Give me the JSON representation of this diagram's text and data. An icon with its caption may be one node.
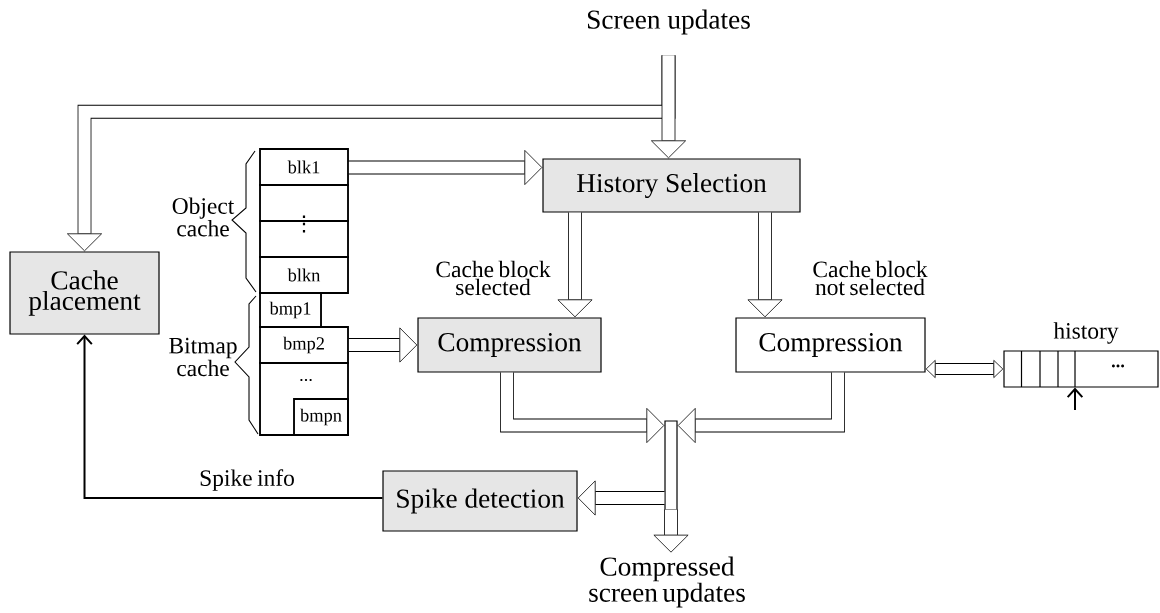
{
  "diagram": {
    "nodes": [
      {
        "text": [
          "Screen updates"
        ]
      },
      {
        "text": [
          "Cache placement"
        ]
      },
      {
        "text": [
          "blk1"
        ]
      },
      {
        "text": [],
        "shape": "box"
      },
      {
        "text": [],
        "shape": "box"
      },
      {
        "text": [
          "blkn"
        ]
      },
      {
        "text": [
          "History Selection"
        ]
      },
      {
        "text": [
          "bmp1"
        ]
      },
      {
        "text": [
          "bmp2"
        ]
      },
      {
        "text": [
          "..."
        ]
      },
      {
        "text": [
          "bmpn"
        ],
        "in": 9
      },
      {
        "text": [
          "Compression"
        ]
      },
      {
        "text": [
          "Compression"
        ]
      },
      {
        "text": [
          "..."
        ],
        "beside": [
          "history"
        ]
      },
      {
        "text": [],
        "shape": "bar"
      },
      {
        "text": [
          "Spike detection"
        ]
      },
      {
        "text": [
          "Compressed screen updates"
        ]
      }
    ],
    "edges": [
      {
        "from": 0,
        "to": 1,
        "arrow": "to"
      },
      {
        "from": 0,
        "to": 6,
        "arrow": "to"
      },
      {
        "from": 2,
        "to": 6,
        "arrow": "to"
      },
      {
        "from": 6,
        "to": 11,
        "arrow": "to",
        "label": "Cache block selected"
      },
      {
        "from": 6,
        "to": 12,
        "arrow": "to",
        "label": "Cache block not selected"
      },
      {
        "from": 8,
        "to": 11,
        "arrow": "to"
      },
      {
        "from": 12,
        "to": 13,
        "arrow": "both"
      },
      {
        "from": 11,
        "to": 14,
        "arrow": "to"
      },
      {
        "from": 12,
        "to": 14,
        "arrow": "to"
      },
      {
        "from": 14,
        "to": 15,
        "arrow": "to"
      },
      {
        "from": 14,
        "to": 16,
        "arrow": "to"
      },
      {
        "from": 15,
        "to": 1,
        "arrow": "to",
        "label": "Spike info"
      },
      {
        "from": null,
        "to": 13,
        "arrow": "to"
      }
    ],
    "labels": [
      "Object cache",
      "⋮",
      "Bitmap cache"
    ]
  }
}
